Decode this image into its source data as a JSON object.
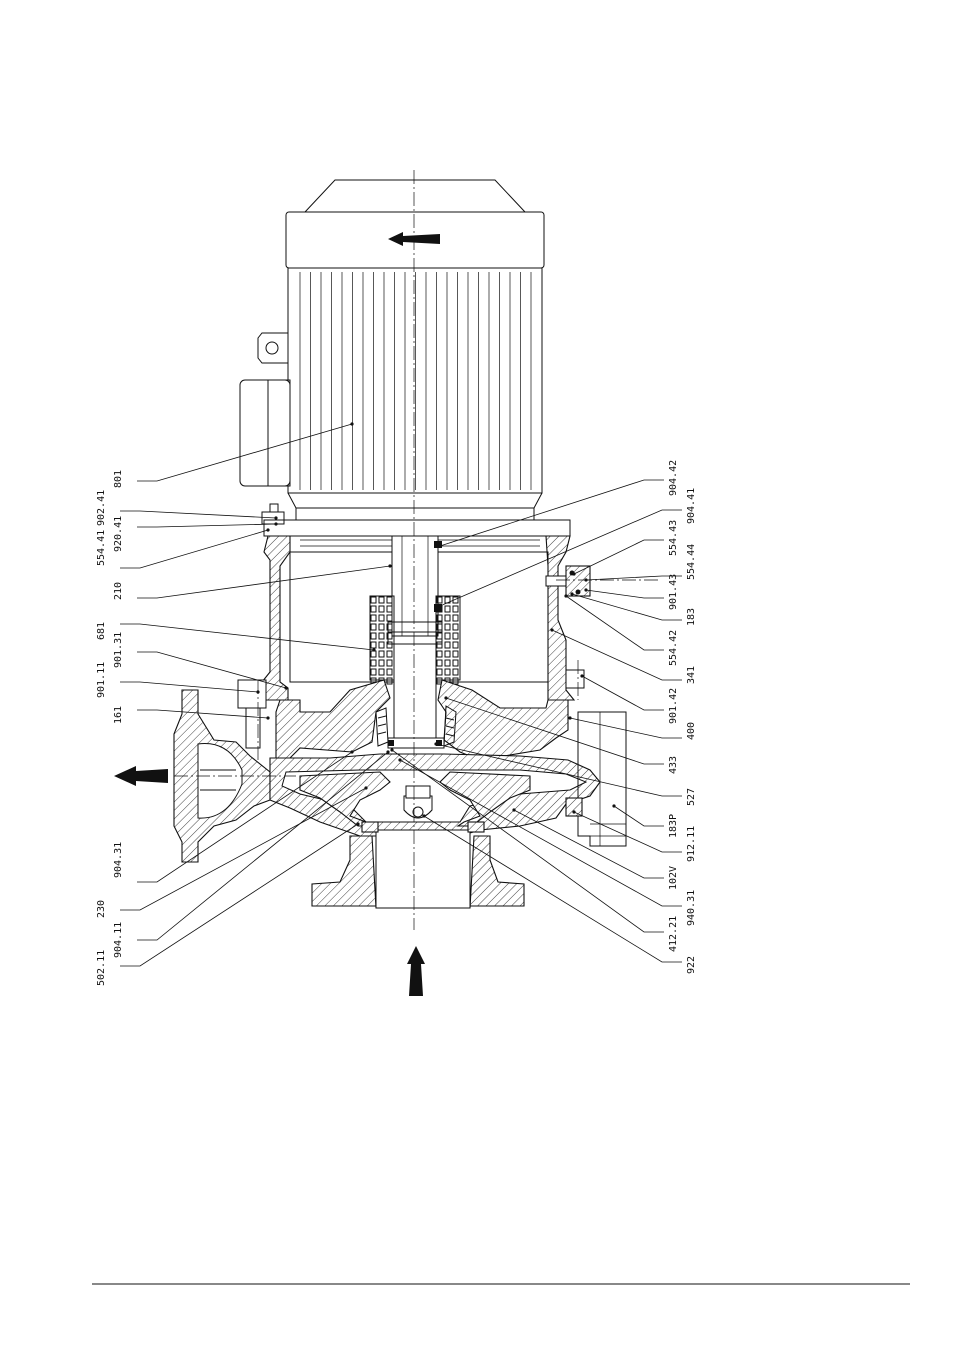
{
  "drawing": {
    "labels_left": [
      "801",
      "902.41",
      "920.41",
      "554.41",
      "210",
      "681",
      "901.31",
      "901.11",
      "161",
      "904.31",
      "230",
      "904.11",
      "502.11"
    ],
    "labels_right": [
      "904.42",
      "904.41",
      "554.43",
      "554.44",
      "901.43",
      "183",
      "554.42",
      "341",
      "901.42",
      "400",
      "433",
      "527",
      "183P",
      "912.11",
      "102V",
      "940.31",
      "412.21",
      "922"
    ]
  }
}
